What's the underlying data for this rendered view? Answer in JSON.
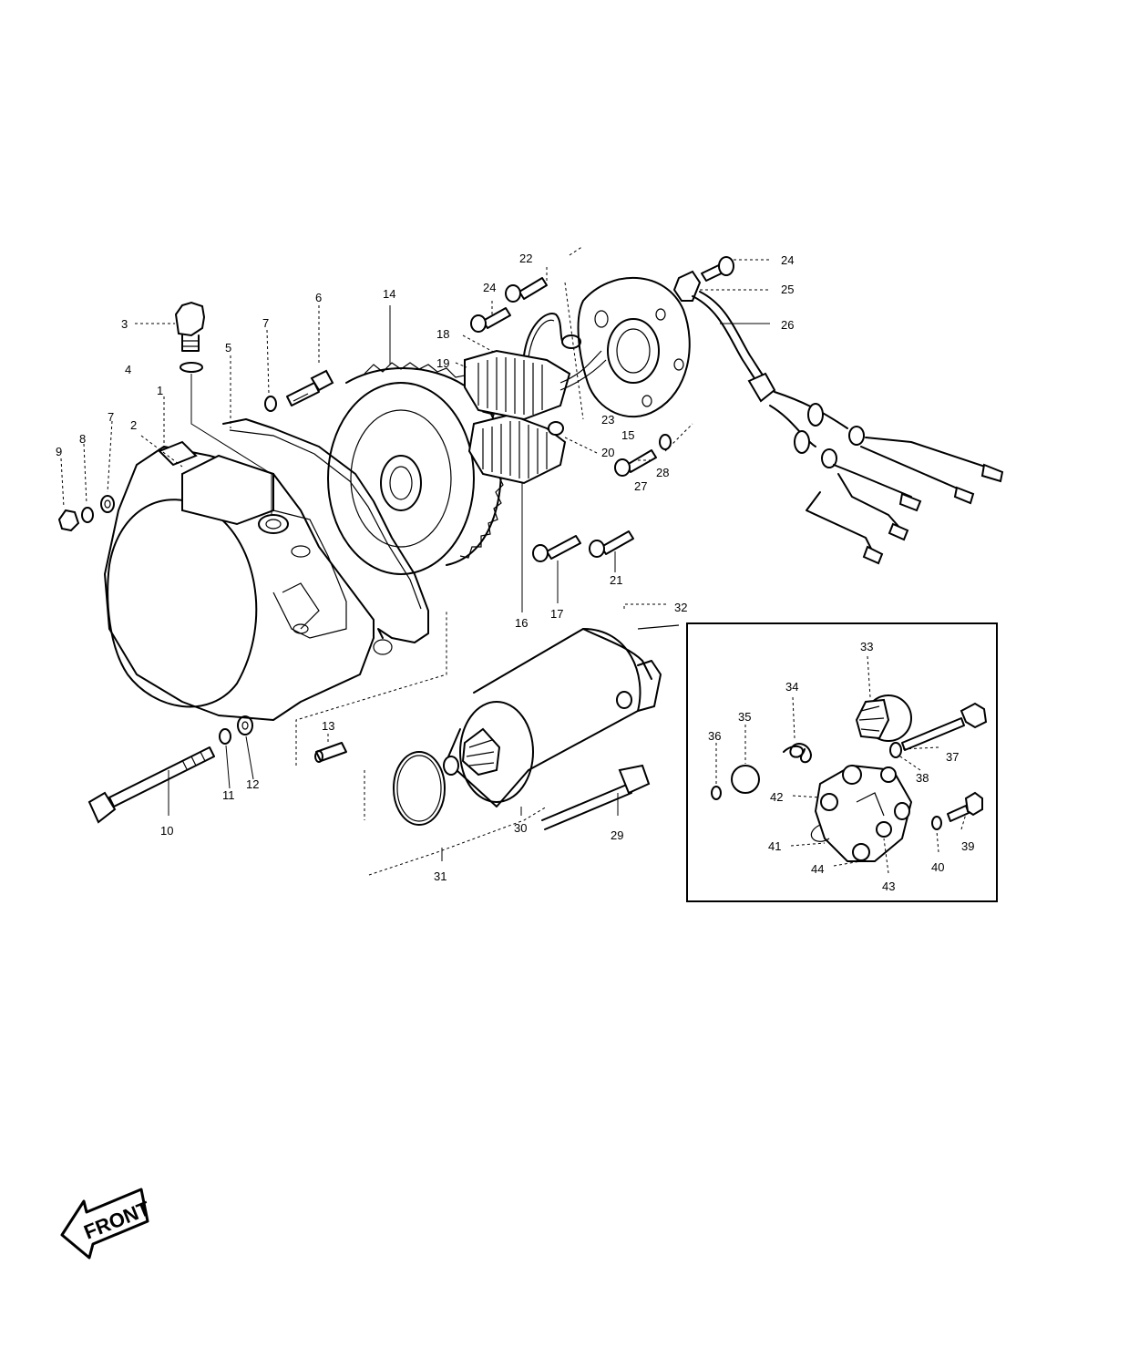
{
  "callouts": {
    "c1": "1",
    "c2": "2",
    "c3": "3",
    "c4": "4",
    "c5": "5",
    "c6": "6",
    "c7a": "7",
    "c7b": "7",
    "c8": "8",
    "c9": "9",
    "c10": "10",
    "c11": "11",
    "c12": "12",
    "c13": "13",
    "c14": "14",
    "c15": "15",
    "c16": "16",
    "c17": "17",
    "c18": "18",
    "c19": "19",
    "c20": "20",
    "c21": "21",
    "c22": "22",
    "c23": "23",
    "c24a": "24",
    "c24b": "24",
    "c25": "25",
    "c26": "26",
    "c27": "27",
    "c28": "28",
    "c29": "29",
    "c30": "30",
    "c31": "31",
    "c32": "32",
    "c33": "33",
    "c34": "34",
    "c35": "35",
    "c36": "36",
    "c37": "37",
    "c38": "38",
    "c39": "39",
    "c40": "40",
    "c41": "41",
    "c42": "42",
    "c43": "43",
    "c44": "44"
  },
  "front_arrow_label": "FRONT"
}
